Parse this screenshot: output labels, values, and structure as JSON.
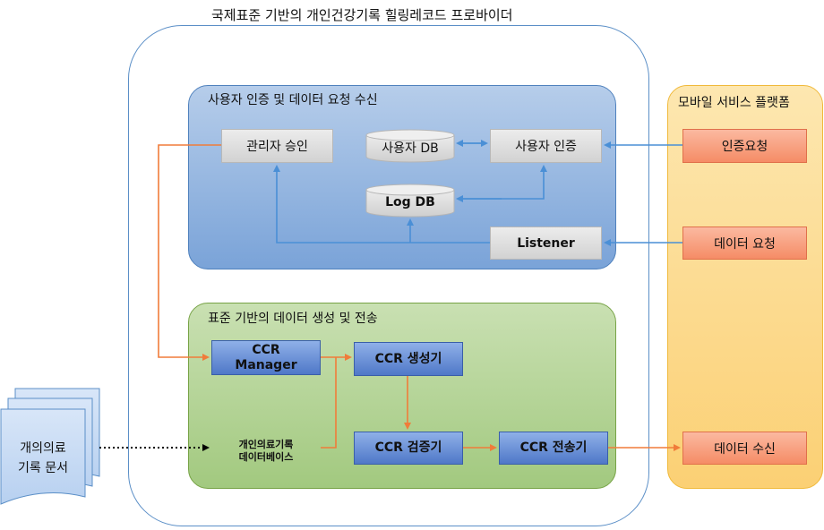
{
  "diagram": {
    "title": "국제표준 기반의 개인건강기록 힐링레코드 프로바이더",
    "blue_panel": {
      "title": "사용자 인증 및 데이터 요청 수신",
      "admin_approval": "관리자 승인",
      "user_db": "사용자 DB",
      "user_auth": "사용자 인증",
      "log_db": "Log DB",
      "listener": "Listener"
    },
    "green_panel": {
      "title": "표준 기반의 데이터 생성 및 전송",
      "ccr_manager_line1": "CCR",
      "ccr_manager_line2": "Manager",
      "ccr_generator": "CCR 생성기",
      "ccr_verifier": "CCR 검증기",
      "ccr_sender": "CCR 전송기",
      "db_line1": "개인의료기록",
      "db_line2": "데이터베이스"
    },
    "mobile_panel": {
      "title": "모바일 서비스 플랫폼",
      "auth_request": "인증요청",
      "data_request": "데이터 요청",
      "data_receive": "데이터 수신"
    },
    "documents": {
      "line1": "개의의료",
      "line2": "기록 문서"
    },
    "colors": {
      "blue_arrow": "#4a8fd6",
      "orange_arrow": "#f07c3a"
    }
  }
}
